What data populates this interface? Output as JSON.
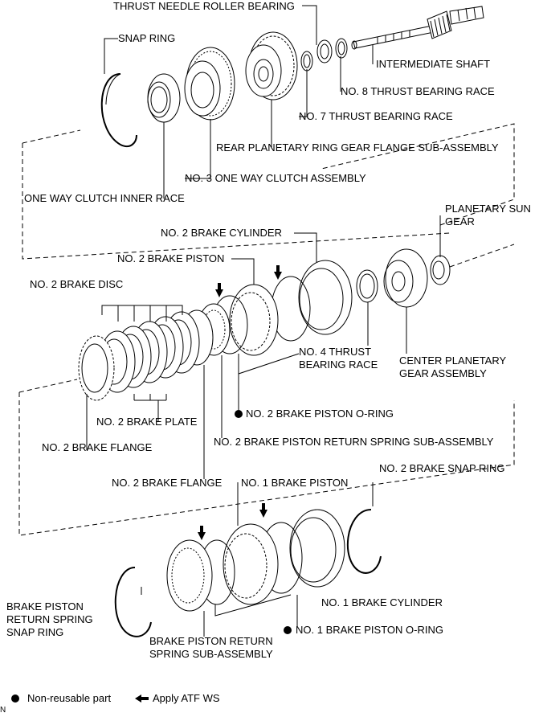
{
  "labels": {
    "thrust_needle_roller_bearing": "THRUST NEEDLE ROLLER BEARING",
    "snap_ring": "SNAP RING",
    "intermediate_shaft": "INTERMEDIATE SHAFT",
    "no8_thrust_bearing_race": "NO. 8 THRUST BEARING RACE",
    "no7_thrust_bearing_race": "NO. 7 THRUST BEARING RACE",
    "rear_planetary_ring_gear": "REAR PLANETARY RING GEAR FLANGE SUB-ASSEMBLY",
    "no3_one_way_clutch": "NO. 3 ONE WAY CLUTCH ASSEMBLY",
    "one_way_clutch_inner_race": "ONE WAY CLUTCH INNER RACE",
    "planetary_sun_gear": "PLANETARY SUN\nGEAR",
    "no2_brake_cylinder": "NO. 2 BRAKE CYLINDER",
    "no2_brake_piston": "NO. 2 BRAKE PISTON",
    "no2_brake_disc": "NO. 2 BRAKE DISC",
    "no4_thrust_bearing_race": "NO. 4 THRUST\nBEARING RACE",
    "center_planetary_gear": "CENTER PLANETARY\nGEAR ASSEMBLY",
    "no2_brake_piston_oring": "NO. 2 BRAKE PISTON O-RING",
    "no2_brake_plate": "NO. 2 BRAKE PLATE",
    "no2_brake_flange_a": "NO. 2 BRAKE FLANGE",
    "no2_brake_piston_return_spring": "NO. 2 BRAKE PISTON RETURN SPRING SUB-ASSEMBLY",
    "no2_brake_snap_ring": "NO. 2 BRAKE SNAP RING",
    "no2_brake_flange_b": "NO. 2 BRAKE FLANGE",
    "no1_brake_piston": "NO. 1 BRAKE PISTON",
    "brake_piston_return_spring_snap_ring": "BRAKE PISTON\nRETURN SPRING\nSNAP RING",
    "no1_brake_cylinder": "NO. 1 BRAKE CYLINDER",
    "no1_brake_piston_oring": "NO. 1 BRAKE PISTON O-RING",
    "brake_piston_return_spring_sub": "BRAKE PISTON RETURN\nSPRING SUB-ASSEMBLY"
  },
  "legend": {
    "non_reusable": "Non-reusable part",
    "apply_atf": "Apply ATF WS"
  },
  "corner_mark": "N"
}
